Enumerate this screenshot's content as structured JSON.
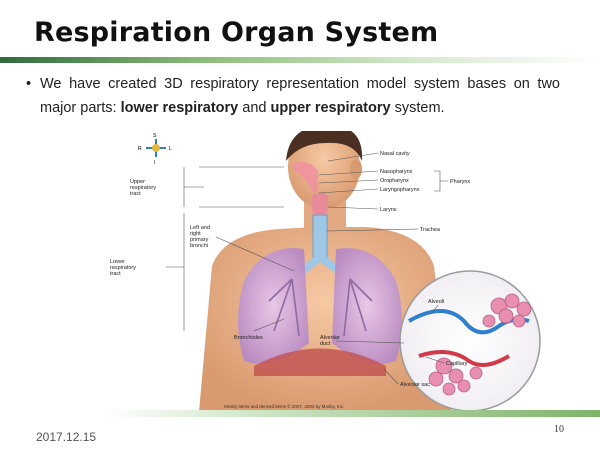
{
  "slide": {
    "title": "Respiration Organ System",
    "bullet": {
      "part1": "We have created 3D respiratory representation model system bases on two major parts: ",
      "bold1": "lower respiratory",
      "part2": " and ",
      "bold2": "upper respiratory",
      "part3": " system."
    },
    "date": "2017.12.15",
    "page_number": "10"
  },
  "illustration": {
    "compass": {
      "s": "S",
      "r": "R",
      "l": "L",
      "i": "I"
    },
    "labels": {
      "upper_tract": [
        "Upper",
        "respiratory",
        "tract"
      ],
      "lower_tract": [
        "Lower",
        "respiratory",
        "tract"
      ],
      "bronchi": [
        "Left and",
        "right",
        "primary",
        "bronchi"
      ],
      "bronchioles": "Bronchioles",
      "nasal_cavity": "Nasal cavity",
      "nasopharynx": "Nasopharynx",
      "oropharynx": "Oropharynx",
      "laryngopharynx": "Laryngopharynx",
      "pharynx": "Pharynx",
      "larynx": "Larynx",
      "trachea": "Trachea",
      "alveoli": "Alveoli",
      "alveolar_duct": [
        "Alveolar",
        "duct"
      ],
      "capillary": "Capillary",
      "alveolar_sac": "Alveolar sac"
    },
    "credit": "Mosby items and derived items © 2007, 2003 by Mosby, Inc."
  }
}
